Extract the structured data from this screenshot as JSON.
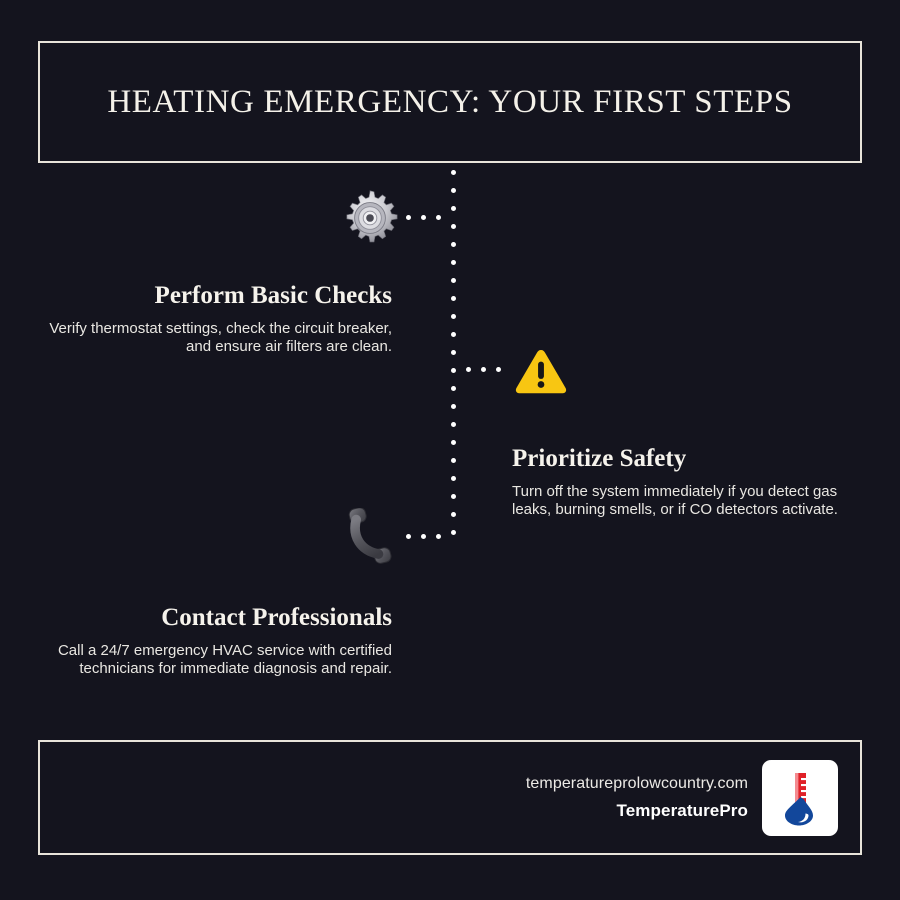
{
  "poster": {
    "title": "HEATING EMERGENCY: YOUR FIRST STEPS",
    "background_color": "#14141e",
    "border_color": "#e8e4da",
    "text_color": "#f6f3ec",
    "accent_color": "#f5c518"
  },
  "steps": [
    {
      "icon": "gear-icon",
      "side": "left",
      "heading": "Perform Basic Checks",
      "body": "Verify thermostat settings, check the circuit breaker, and ensure air filters are clean."
    },
    {
      "icon": "warning-triangle-icon",
      "side": "right",
      "heading": "Prioritize Safety",
      "body": "Turn off the system immediately if you detect gas leaks, burning smells, or if CO detectors activate."
    },
    {
      "icon": "telephone-icon",
      "side": "left",
      "heading": "Contact Professionals",
      "body": "Call a 24/7 emergency HVAC service with certified technicians for immediate diagnosis and repair."
    }
  ],
  "footer": {
    "url": "temperatureprolowcountry.com",
    "brand": "TemperaturePro",
    "logo": {
      "name": "thermometer-droplet-logo",
      "stem_color": "#e02128",
      "bulb_color": "#12479b",
      "tile_color": "#ffffff"
    }
  }
}
